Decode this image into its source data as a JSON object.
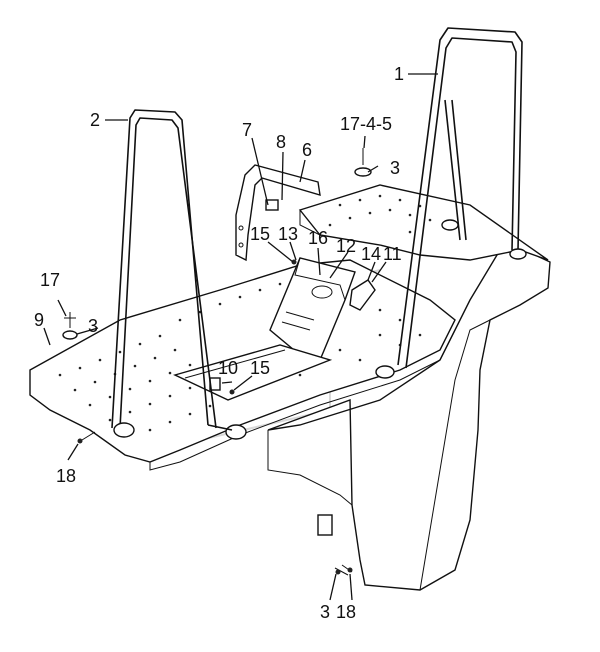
{
  "labels": {
    "l1": "1",
    "l2": "2",
    "l3a": "3",
    "l3b": "3",
    "l3c": "3",
    "l6": "6",
    "l7": "7",
    "l8": "8",
    "l9": "9",
    "l10": "10",
    "l11": "11",
    "l12": "12",
    "l13": "13",
    "l14": "14",
    "l15a": "15",
    "l15b": "15",
    "l16": "16",
    "l17": "17",
    "l17_4_5": "17-4-5",
    "l18a": "18",
    "l18b": "18"
  }
}
